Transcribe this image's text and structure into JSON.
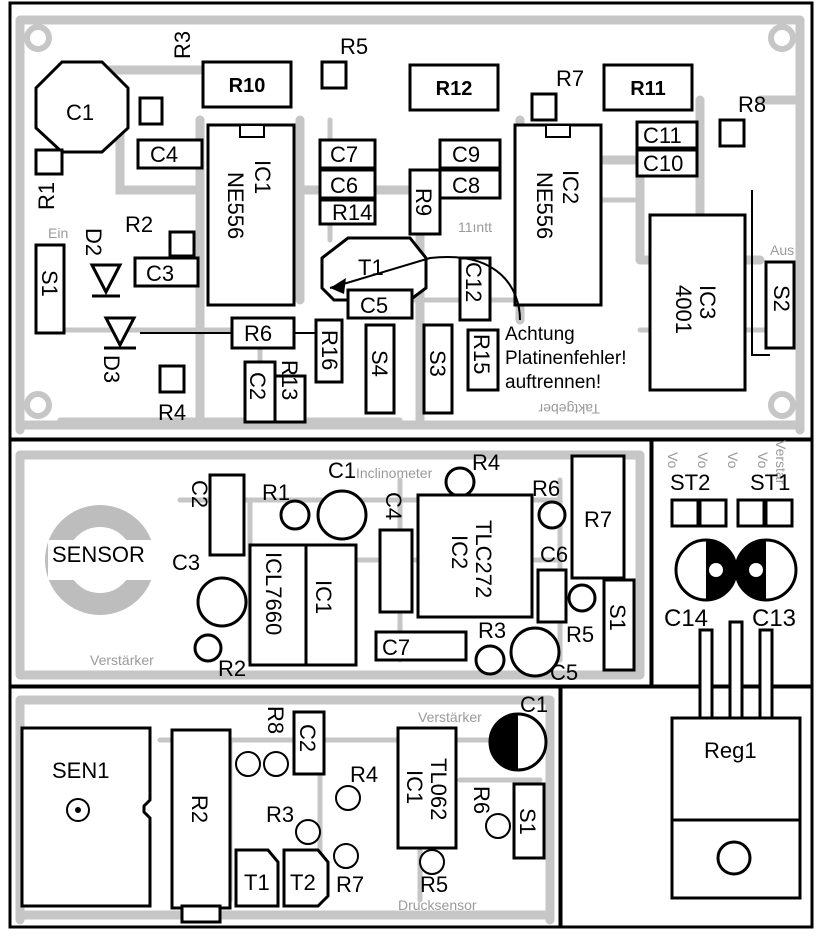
{
  "panel1": {
    "components": {
      "R10": "R10",
      "R12": "R12",
      "R11": "R11",
      "R5": "R5",
      "R3": "R3",
      "R7": "R7",
      "R8": "R8",
      "C1": "C1",
      "C4": "C4",
      "C7": "C7",
      "C6": "C6",
      "R14": "R14",
      "C9": "C9",
      "C8": "C8",
      "C11": "C11",
      "C10": "C10",
      "R1": "R1",
      "R2": "R2",
      "C3": "C3",
      "D2": "D2",
      "D3": "D3",
      "R9": "R9",
      "T1": "T1",
      "C12": "C12",
      "C5": "C5",
      "R6": "R6",
      "R16": "R16",
      "R4": "R4",
      "C2": "C2",
      "R13": "R13",
      "S4": "S4",
      "S3": "S3",
      "R15": "R15",
      "S1": "S1",
      "S2": "S2"
    },
    "ic1": {
      "name": "IC1",
      "part": "NE556"
    },
    "ic2": {
      "name": "IC2",
      "part": "NE556"
    },
    "ic3": {
      "name": "IC3",
      "part": "4001"
    },
    "note": [
      "Achtung",
      "Platinenfehler!",
      "auftrennen!"
    ],
    "ghost": {
      "ein": "Ein",
      "aus": "Aus",
      "taktgeber": "Taktgeber",
      "counter": "11ıntt"
    }
  },
  "panel2": {
    "sensor": "SENSOR",
    "components": {
      "C2": "C2",
      "R1": "R1",
      "C1": "C1",
      "C3": "C3",
      "R2": "R2",
      "C4": "C4",
      "R4": "R4",
      "R6": "R6",
      "R7": "R7",
      "C6": "C6",
      "R3": "R3",
      "R5": "R5",
      "C7": "C7",
      "C5": "C5",
      "S1": "S1"
    },
    "ic1": {
      "name": "IC1",
      "part": "ICL7660"
    },
    "ic2": {
      "name": "IC2",
      "part": "TLC272"
    },
    "ghost": {
      "verstaerker": "Verstärker",
      "inclinometer": "Inclinometer"
    }
  },
  "panel3": {
    "labels": {
      "ST2": "ST2",
      "ST1": "ST1",
      "C14": "C14",
      "C13": "C13",
      "Reg1": "Reg1"
    },
    "ghost": [
      "Vo",
      "Vo",
      "Vo",
      "Vo",
      "Verstär"
    ]
  },
  "panel4": {
    "sen1": "SEN1",
    "components": {
      "R2": "R2",
      "R8": "R8",
      "C2": "C2",
      "C1": "C1",
      "R4": "R4",
      "R3": "R3",
      "R6": "R6",
      "R7": "R7",
      "R5": "R5",
      "T1": "T1",
      "T2": "T2",
      "S1": "S1"
    },
    "ic1": {
      "name": "IC1",
      "part": "TL062"
    },
    "ghost": {
      "verstaerker": "Verstärker",
      "drucksensor": "Drucksensor"
    }
  }
}
